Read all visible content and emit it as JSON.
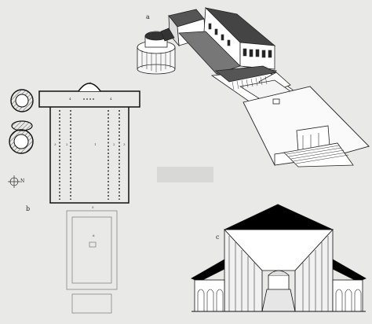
{
  "labels": {
    "a": "a",
    "b": "b",
    "c": "c"
  },
  "compass": {
    "north": "N"
  },
  "plan_numbers": {
    "n1": "1",
    "n2a": "2",
    "n2b": "2",
    "n3a": "3",
    "n3b": "3",
    "n4a": "4",
    "n4b": "4",
    "n5a": "5",
    "n5b": "5",
    "n6": "6"
  }
}
